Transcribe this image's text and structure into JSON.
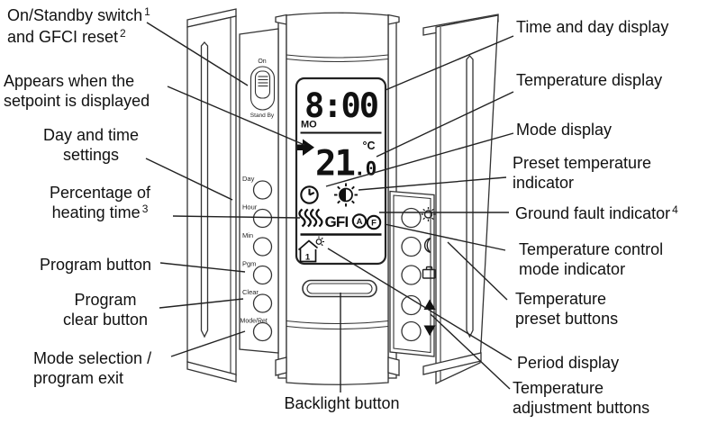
{
  "title": "Thermostat parts identification diagram",
  "colors": {
    "line": "#222222",
    "text": "#111111",
    "background": "#ffffff"
  },
  "callouts": {
    "left": [
      {
        "line1": "On/Standby switch",
        "sup1": "1",
        "line2": "and GFCI reset",
        "sup2": "2"
      },
      {
        "line1": "Appears when the",
        "line2": "setpoint is displayed"
      },
      {
        "line1": "Day and time",
        "line2": "settings"
      },
      {
        "line1": "Percentage of",
        "line2": "heating time",
        "sup2": "3"
      },
      {
        "line1": "Program button"
      },
      {
        "line1": "Program",
        "line2": "clear button"
      },
      {
        "line1": "Mode selection /",
        "line2": "program exit"
      }
    ],
    "right": [
      {
        "line1": "Time and day display"
      },
      {
        "line1": "Temperature display"
      },
      {
        "line1": "Mode display"
      },
      {
        "line1": "Preset temperature",
        "line2": "indicator"
      },
      {
        "line1": "Ground fault indicator",
        "sup1": "4"
      },
      {
        "line1": "Temperature control",
        "line2": "mode indicator"
      },
      {
        "line1": "Temperature",
        "line2": "preset buttons"
      },
      {
        "line1": "Period display"
      },
      {
        "line1": "Temperature",
        "line2": "adjustment buttons"
      }
    ],
    "bottom": {
      "line1": "Backlight button"
    }
  },
  "device": {
    "power_switch": {
      "on_label": "On",
      "standby_label": "Stand By"
    },
    "left_buttons": [
      {
        "label": "Day"
      },
      {
        "label": "Hour"
      },
      {
        "label": "Min"
      },
      {
        "label": "Pgm"
      },
      {
        "label": "Clear"
      },
      {
        "label": "Mode/Ret"
      }
    ],
    "display": {
      "time": "8:00",
      "day": "MO",
      "temperature": "21",
      "temperature_decimal": ".0",
      "unit": "°C",
      "gfi_text": "GFI",
      "control_mode_a": "A",
      "control_mode_f": "F",
      "period_number": "1"
    },
    "right_buttons": [
      {
        "icon": "sun-icon"
      },
      {
        "icon": "moon-icon"
      },
      {
        "icon": "briefcase-icon"
      },
      {
        "icon": "up-arrow-icon"
      },
      {
        "icon": "down-arrow-icon"
      }
    ]
  }
}
